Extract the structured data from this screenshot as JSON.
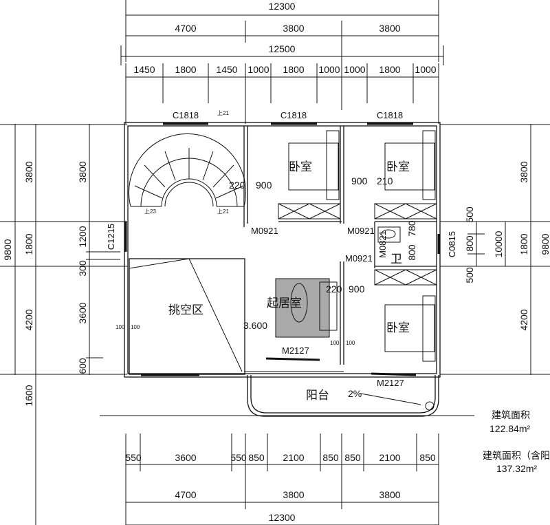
{
  "dims": {
    "top_total": "12300",
    "top_bays": [
      "4700",
      "3800",
      "3800"
    ],
    "top_total2": "12500",
    "top_sub": [
      "1450",
      "1800",
      "1450",
      "1000",
      "1800",
      "1000",
      "1000",
      "1800",
      "1000"
    ],
    "left_total": "9800",
    "left_main": [
      "3800",
      "1800",
      "4200",
      "1600"
    ],
    "left_sub": [
      "3800",
      "1200",
      "300",
      "3600",
      "600"
    ],
    "right_sub": [
      "500",
      "800",
      "500"
    ],
    "right_total": "10000",
    "right_main": [
      "3800",
      "1800",
      "4200"
    ],
    "right_total2": "9800",
    "bottom_sub": [
      "550",
      "3600",
      "550",
      "850",
      "2100",
      "850",
      "850",
      "2100",
      "850"
    ],
    "bottom_bays": [
      "4700",
      "3800",
      "3800"
    ],
    "bottom_total": "12300",
    "inner": {
      "d220a": "220",
      "d900a": "900",
      "d900b": "900",
      "d210": "210",
      "d220b": "220",
      "d900c": "900",
      "d100a": "100",
      "d100b": "100",
      "d100c": "100",
      "d100d": "100",
      "elev": "3.600",
      "d780": "780",
      "d800": "800",
      "slope": "2%"
    }
  },
  "openings": {
    "c1818a": "C1818",
    "c1818b": "C1818",
    "c1818c": "C1818",
    "c1215": "C1215",
    "c0815": "C0815",
    "m0921a": "M0921",
    "m0921b": "M0921",
    "m0921c": "M0921",
    "m0821": "M0821",
    "m2127a": "M2127",
    "m2127b": "M2127"
  },
  "stairs": {
    "up21a": "上21",
    "up23": "上23",
    "up21b": "上21"
  },
  "rooms": {
    "bedroom1": "卧室",
    "bedroom2": "卧室",
    "bedroom3": "卧室",
    "living": "起居室",
    "void": "挑空区",
    "balcony": "阳台",
    "bath": "卫"
  },
  "area": {
    "label1": "建筑面积",
    "value1": "122.84m²",
    "label2": "建筑面积（含阳台",
    "value2": "137.32m²"
  }
}
